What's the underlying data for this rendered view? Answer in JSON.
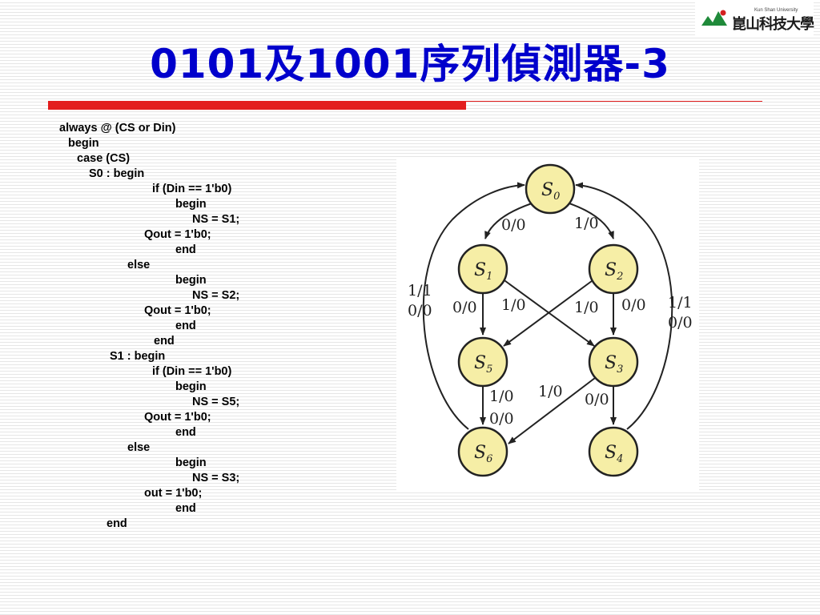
{
  "slide": {
    "title": "0101及1001序列偵測器-3"
  },
  "logo": {
    "name": "崑山科技大學",
    "subtitle": "Kun Shan University",
    "colors": {
      "green": "#1f8a3a",
      "red": "#d42020"
    }
  },
  "colors": {
    "title": "#0000cc",
    "accent_bar": "#e31e1e",
    "state_fill": "#f6eea6"
  },
  "code": [
    "always @ (CS or Din)",
    "begin",
    "case (CS)",
    "S0 : begin",
    "if (Din == 1'b0)",
    "begin",
    "NS = S1;",
    "Qout = 1'b0;",
    "end",
    "else",
    "begin",
    "NS = S2;",
    "Qout = 1'b0;",
    "end",
    "end",
    "S1 : begin",
    "if (Din == 1'b0)",
    "begin",
    "NS = S5;",
    "Qout = 1'b0;",
    "end",
    "else",
    "begin",
    "NS = S3;",
    "out = 1'b0;",
    "end",
    "end"
  ],
  "diagram": {
    "states": [
      {
        "id": "S0",
        "name": "S",
        "sub": "0"
      },
      {
        "id": "S1",
        "name": "S",
        "sub": "1"
      },
      {
        "id": "S2",
        "name": "S",
        "sub": "2"
      },
      {
        "id": "S5",
        "name": "S",
        "sub": "5"
      },
      {
        "id": "S3",
        "name": "S",
        "sub": "3"
      },
      {
        "id": "S6",
        "name": "S",
        "sub": "6"
      },
      {
        "id": "S4",
        "name": "S",
        "sub": "4"
      }
    ],
    "transitions": [
      {
        "id": "S0-S1",
        "from": "S0",
        "to": "S1",
        "label": "0/0"
      },
      {
        "id": "S0-S2",
        "from": "S0",
        "to": "S2",
        "label": "1/0"
      },
      {
        "id": "S1-S5",
        "from": "S1",
        "to": "S5",
        "label": "0/0"
      },
      {
        "id": "S1-S3",
        "from": "S1",
        "to": "S3",
        "label": "1/0"
      },
      {
        "id": "S2-S5",
        "from": "S2",
        "to": "S5",
        "label": "1/0"
      },
      {
        "id": "S2-S3",
        "from": "S2",
        "to": "S3",
        "label": "0/0"
      },
      {
        "id": "S5-S6",
        "from": "S5",
        "to": "S6",
        "label": "1/0 0/0"
      },
      {
        "id": "S3-S6",
        "from": "S3",
        "to": "S6",
        "label": "1/0"
      },
      {
        "id": "S3-S4",
        "from": "S3",
        "to": "S4",
        "label": "0/0"
      },
      {
        "id": "S6-S0",
        "from": "S6",
        "to": "S0",
        "label": "1/1 0/0"
      },
      {
        "id": "S4-S0",
        "from": "S4",
        "to": "S0",
        "label": "1/1 0/0"
      }
    ]
  }
}
